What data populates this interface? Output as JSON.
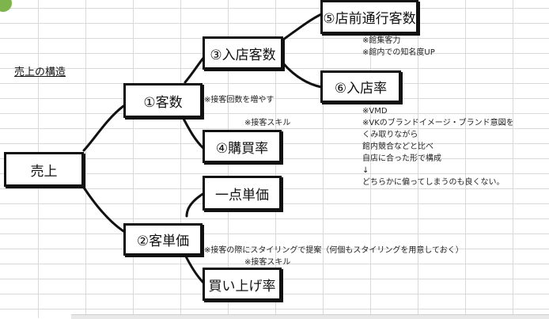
{
  "title": "売上の構造",
  "nodes": {
    "sales": "売上",
    "customers": "①客数",
    "unit_price": "②客単価",
    "visitors": "③入店客数",
    "purchase_rate": "④購買率",
    "passers": "⑤店前通行客数",
    "entry_rate": "⑥入店率",
    "single_price": "一点単価",
    "buy_rate": "買い上げ率"
  },
  "notes": {
    "customers": "※接客回数を増やす",
    "purchase_rate": "※接客スキル",
    "passers": [
      "※館集客力",
      "※館内での知名度UP"
    ],
    "entry_rate": [
      "※VMD",
      "※VKのブランドイメージ・ブランド意図を",
      "くみ取りながら",
      "館内競合などと比べ",
      "自店に合った形で構成",
      "↓",
      "どちらかに偏ってしまうのも良くない。"
    ],
    "unit_price": "※接客の際にスタイリングで提案（何個もスタイリングを用意しておく）",
    "buy_rate": "※接客スキル"
  }
}
